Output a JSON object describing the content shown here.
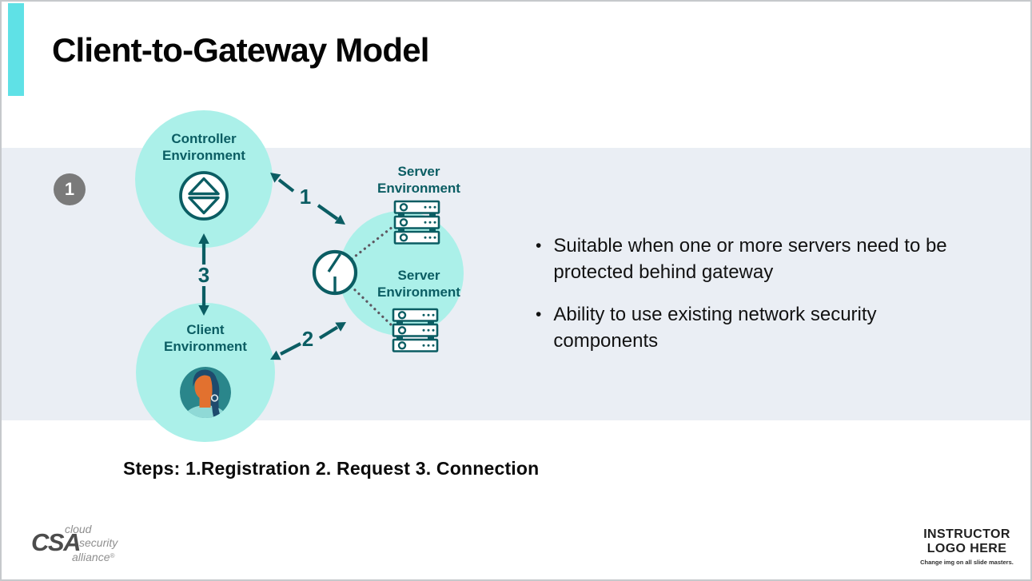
{
  "slide": {
    "title": "Client-to-Gateway Model",
    "step_badge": "1"
  },
  "diagram": {
    "controller_label": {
      "line1": "Controller",
      "line2": "Environment"
    },
    "server_top_label": {
      "line1": "Server",
      "line2": "Environment"
    },
    "server_bottom_label": {
      "line1": "Server",
      "line2": "Environment"
    },
    "client_label": {
      "line1": "Client",
      "line2": "Environment"
    },
    "arrow_labels": {
      "registration": "1",
      "request": "2",
      "connection": "3"
    },
    "icons": {
      "controller": "controller-diamond-icon",
      "gateway": "gateway-clock-icon",
      "servers": "server-rack-icon",
      "client": "person-avatar-icon"
    }
  },
  "bullets": [
    "Suitable when one or more servers need to be protected behind gateway",
    "Ability to use existing network security components"
  ],
  "bullet_char": "•",
  "steps_caption": "Steps: 1.Registration 2. Request 3. Connection",
  "footer": {
    "csa_logo": {
      "abbr": "CSA",
      "line1": "cloud",
      "line2": "security",
      "line3": "alliance",
      "registered": "®"
    },
    "instructor": {
      "line1": "INSTRUCTOR",
      "line2": "LOGO HERE",
      "caption": "Change img on all slide masters."
    }
  },
  "colors": {
    "accent_teal": "#5FE1E6",
    "environment_circle_fill": "#ABF0E9",
    "dark_teal": "#0B5D63",
    "band_background": "#EAEEF4",
    "avatar_background": "#2A868B",
    "badge_gray": "#7A7A7A"
  }
}
